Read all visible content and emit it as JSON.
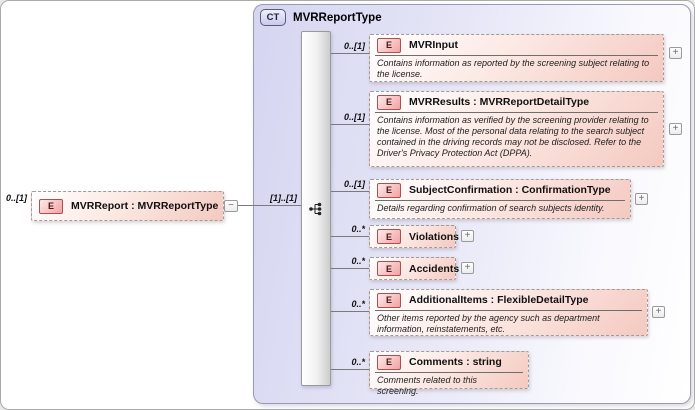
{
  "diagram": {
    "glyphs": {
      "element": "E",
      "expand": "+",
      "collapse": "−"
    },
    "colors": {
      "element_fill": "#f4c9c0",
      "element_icon_border": "#b34d4d",
      "container_fill": "#d5d5f1",
      "connector": "#7a7a7a"
    },
    "root_element": {
      "cardinality": "0..[1]",
      "label": "MVRReport : MVRReportType"
    },
    "complex_type": {
      "badge": "CT",
      "title": "MVRReportType"
    },
    "sequence": {
      "cardinality": "[1]..[1]",
      "kind": "sequence-indicator"
    },
    "children": [
      {
        "cardinality": "0..[1]",
        "title": "MVRInput",
        "annotation": "Contains information as reported by the screening subject relating to the license."
      },
      {
        "cardinality": "0..[1]",
        "title": "MVRResults : MVRReportDetailType",
        "annotation": "Contains information as verified by the screening provider relating to the license. Most of the personal data relating to the search subject contained in the  driving records may not be disclosed. Refer to the Driver's  Privacy Protection Act (DPPA)."
      },
      {
        "cardinality": "0..[1]",
        "title": "SubjectConfirmation : ConfirmationType",
        "annotation": "Details regarding confirmation of search subjects identity."
      },
      {
        "cardinality": "0..*",
        "title": "Violations",
        "annotation": null
      },
      {
        "cardinality": "0..*",
        "title": "Accidents",
        "annotation": null
      },
      {
        "cardinality": "0..*",
        "title": "AdditionalItems : FlexibleDetailType",
        "annotation": "Other items reported by the agency such as department information, reinstatements, etc."
      },
      {
        "cardinality": "0..*",
        "title": "Comments : string",
        "annotation": "Comments related to this screening."
      }
    ]
  }
}
